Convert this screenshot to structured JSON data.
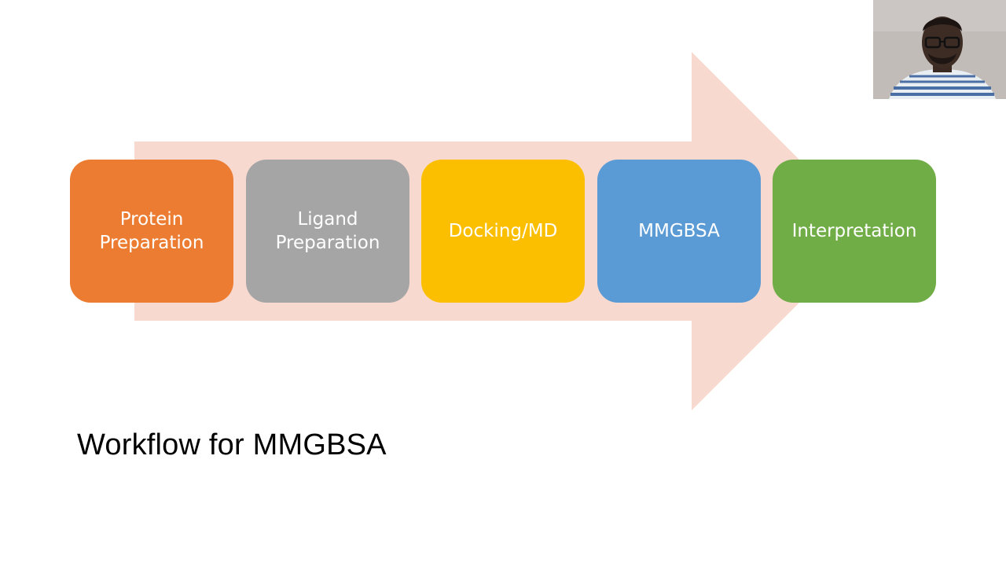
{
  "slide": {
    "title": "Workflow for MMGBSA"
  },
  "workflow": {
    "arrow_color": "#f8d9cf",
    "steps": [
      {
        "label": "Protein\nPreparation",
        "color": "#ec7c31"
      },
      {
        "label": "Ligand\nPreparation",
        "color": "#a5a5a5"
      },
      {
        "label": "Docking/MD",
        "color": "#fcbf00"
      },
      {
        "label": "MMGBSA",
        "color": "#5b9bd5"
      },
      {
        "label": "Interpretation",
        "color": "#70ad47"
      }
    ]
  },
  "webcam": {
    "label": "presenter-video"
  }
}
